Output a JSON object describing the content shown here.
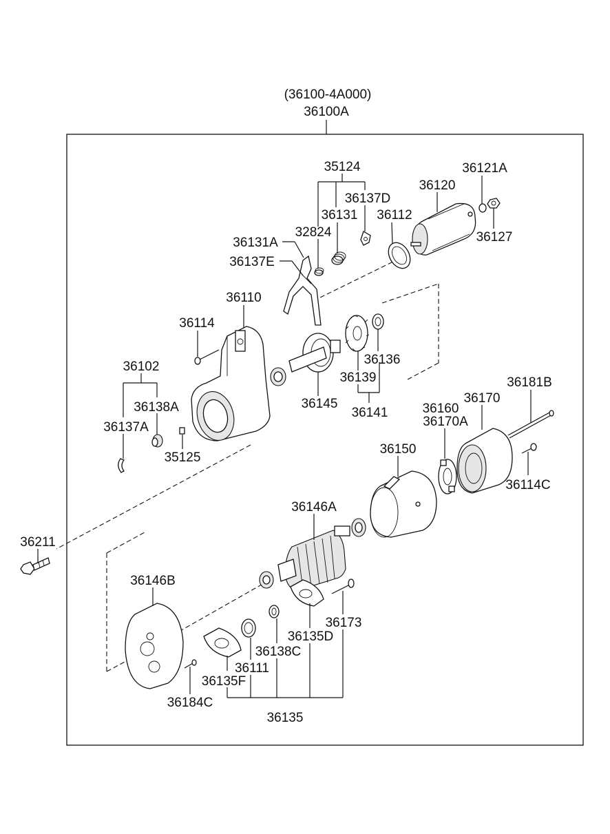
{
  "header": {
    "assembly_code": "(36100-4A000)",
    "assembly_ref": "36100A"
  },
  "labels": {
    "p35124": "35124",
    "p36121A": "36121A",
    "p36120": "36120",
    "p36137D": "36137D",
    "p36131": "36131",
    "p36112": "36112",
    "p32824": "32824",
    "p36127": "36127",
    "p36131A": "36131A",
    "p36137E": "36137E",
    "p36110": "36110",
    "p36114": "36114",
    "p36136": "36136",
    "p36102": "36102",
    "p36139": "36139",
    "p36145": "36145",
    "p36141": "36141",
    "p36138A": "36138A",
    "p36181B": "36181B",
    "p36160": "36160",
    "p36170": "36170",
    "p36137A": "36137A",
    "p36170A": "36170A",
    "p36150": "36150",
    "p35125": "35125",
    "p36114C": "36114C",
    "p36146A": "36146A",
    "p36211": "36211",
    "p36146B": "36146B",
    "p36173": "36173",
    "p36135D": "36135D",
    "p36138C": "36138C",
    "p36111": "36111",
    "p36135F": "36135F",
    "p36184C": "36184C",
    "p36135": "36135"
  }
}
